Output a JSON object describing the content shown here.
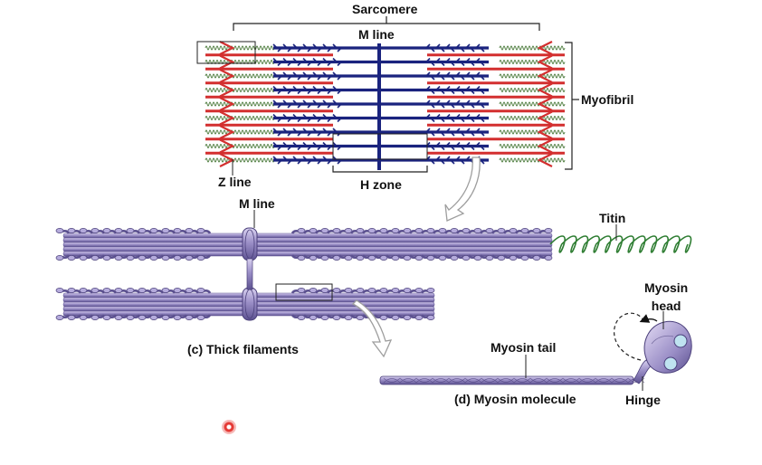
{
  "labels": {
    "sarcomere": "Sarcomere",
    "m_line_top": "M line",
    "myofibril": "Myofibril",
    "z_line": "Z line",
    "h_zone": "H zone",
    "m_line_mid": "M line",
    "titin": "Titin",
    "myosin_head": "Myosin\nhead",
    "myosin_tail": "Myosin tail",
    "hinge": "Hinge",
    "caption_c": "(c) Thick filaments",
    "caption_d": "(d) Myosin molecule"
  },
  "colors": {
    "thin_filament": "#d32f2f",
    "thick_filament": "#1a237e",
    "titin": "#2e7d32",
    "titin_small": "#4a7a3a",
    "myosin": "#9b8fc7",
    "myosin_dark": "#4a3f7a",
    "head_circle": "#bfe3f0"
  }
}
